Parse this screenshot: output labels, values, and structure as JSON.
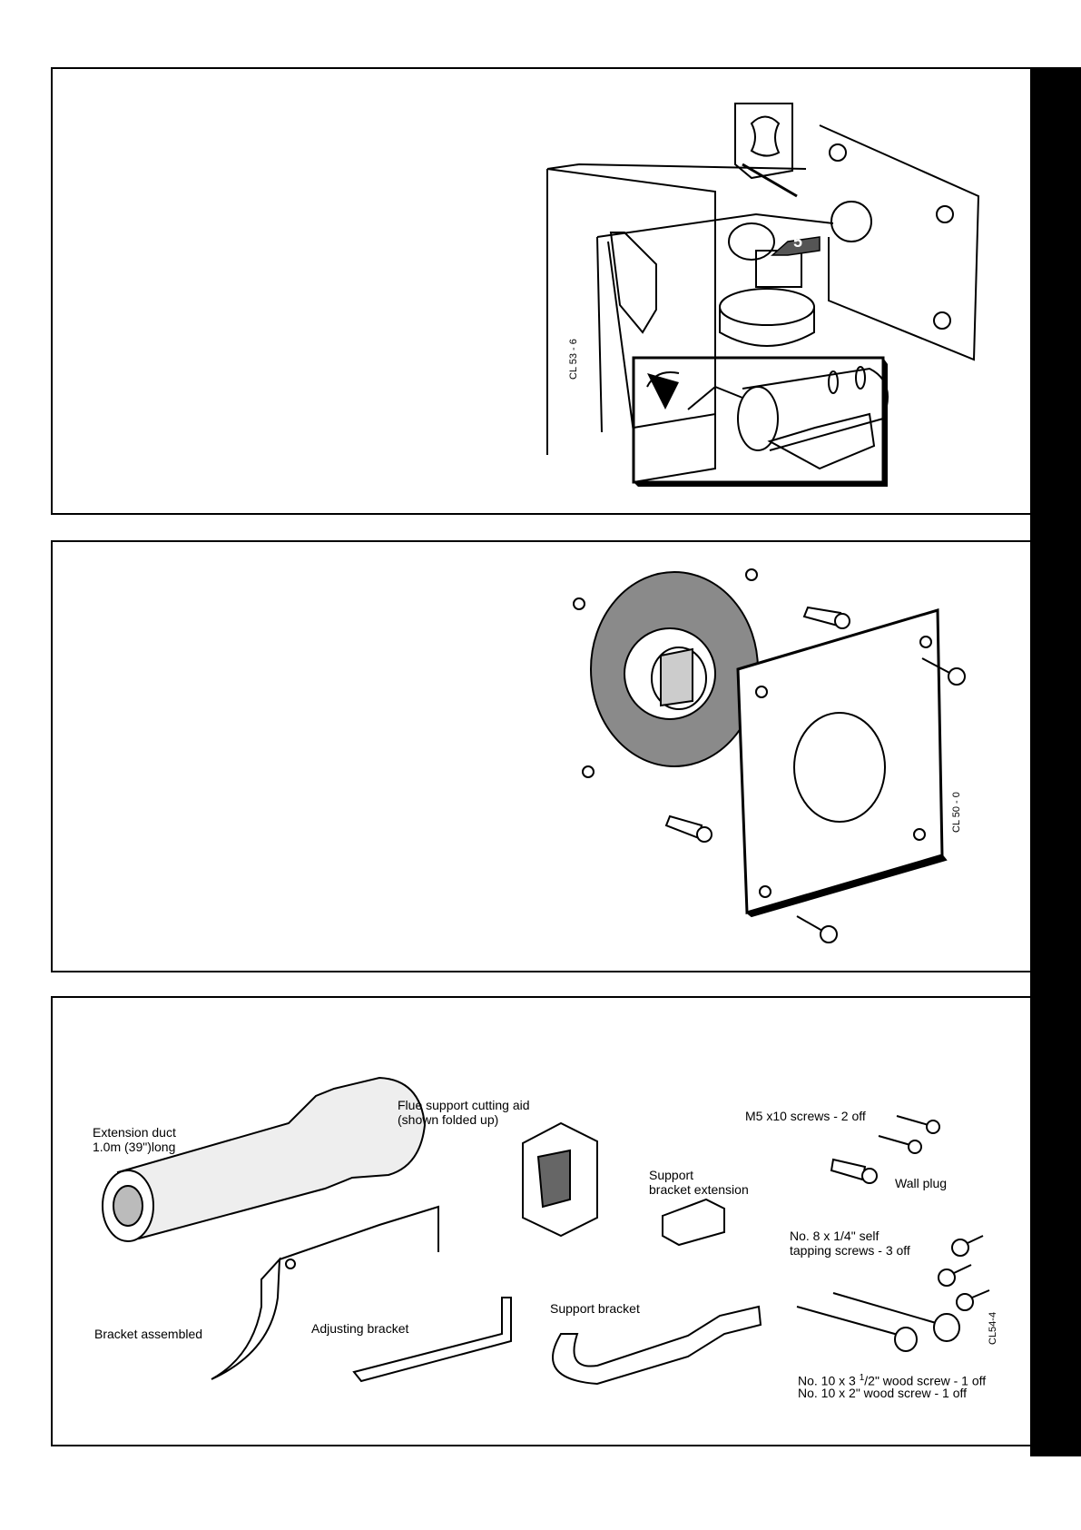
{
  "figures": {
    "fig1": {
      "code": "CL 53 - 6",
      "step_number": "5"
    },
    "fig2": {
      "code": "CL  50 - 0"
    },
    "fig3": {
      "code": "CL54-4"
    }
  },
  "parts": {
    "extension_duct": [
      "Extension duct",
      "1.0m (39\")long"
    ],
    "flue_support": [
      "Flue support cutting aid",
      "(shown folded up)"
    ],
    "m5_screws": "M5 x10 screws - 2 off",
    "wall_plug": "Wall plug",
    "support_ext": [
      "Support",
      "bracket extension"
    ],
    "self_tapping": [
      "No. 8 x 1/4\" self",
      "tapping screws - 3 off"
    ],
    "bracket_assembled": "Bracket assembled",
    "adjusting_bracket": "Adjusting bracket",
    "support_bracket": "Support bracket",
    "wood_screw_a_pre": "No. 10 x 3 ",
    "wood_screw_a_sup": "1",
    "wood_screw_a_post": "/2\" wood screw - 1 off",
    "wood_screw_b": "No. 10 x 2\" wood screw - 1 off"
  }
}
